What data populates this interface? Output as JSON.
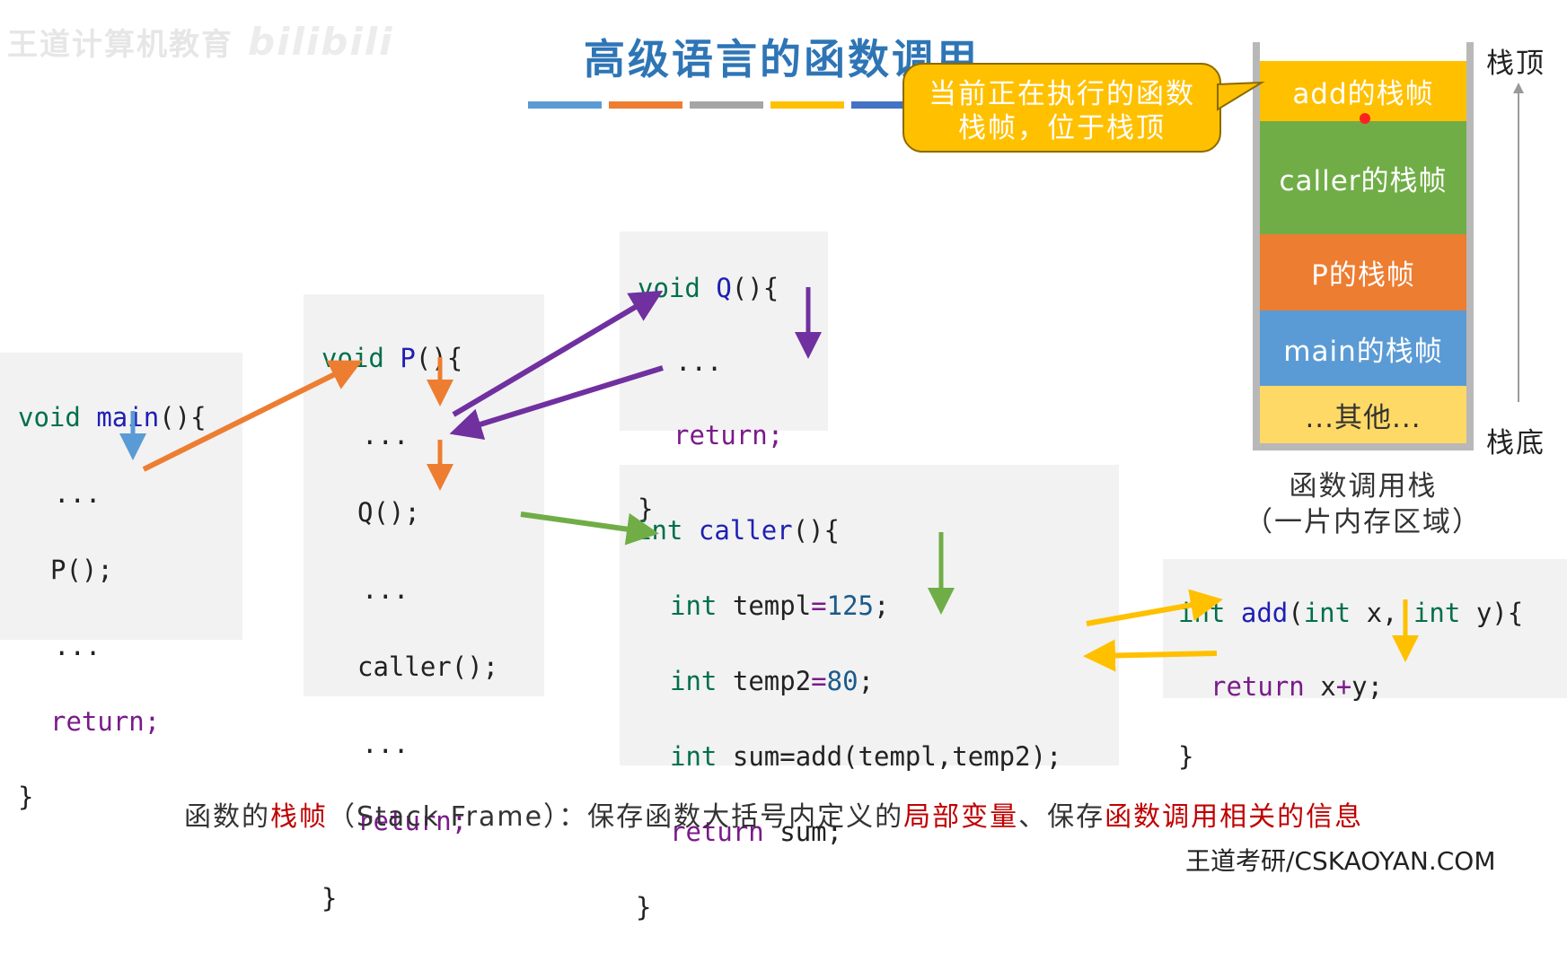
{
  "watermark": {
    "text": "王道计算机教育",
    "bili": "bilibili"
  },
  "title": "高级语言的函数调用",
  "callout": {
    "line1": "当前正在执行的函数",
    "line2": "栈帧，位于栈顶"
  },
  "main_code": {
    "l1a": "void",
    "l1b": "main",
    "l1c": "(){",
    "l2": "...",
    "l3": "P();",
    "l4": "...",
    "l5": "return;",
    "l6": "}"
  },
  "p_code": {
    "l1a": "void",
    "l1b": "P",
    "l1c": "(){",
    "l2": "...",
    "l3": "Q();",
    "l4": "...",
    "l5": "caller();",
    "l6": "...",
    "l7": "return;",
    "l8": "}"
  },
  "q_code": {
    "l1a": "void",
    "l1b": "Q",
    "l1c": "(){",
    "l2": "...",
    "l3": "return;",
    "l4": "}"
  },
  "caller_code": {
    "l1a": "int",
    "l1b": "caller",
    "l1c": "(){",
    "l2a": "int",
    "l2b": "templ",
    "l2c": "=",
    "l2d": "125",
    "l2e": ";",
    "l3a": "int",
    "l3b": "temp2",
    "l3c": "=",
    "l3d": "80",
    "l3e": ";",
    "l4a": "int",
    "l4b": "sum=add(templ,temp2);",
    "l5a": "return",
    "l5b": "sum;",
    "l6": "}"
  },
  "add_code": {
    "l1a": "int",
    "l1b": "add",
    "l1c": "(",
    "l1d": "int",
    "l1e": "x,",
    "l1f": "int",
    "l1g": "y){",
    "l2a": "return",
    "l2b": "x",
    "l2c": "+",
    "l2d": "y;",
    "l3": "}"
  },
  "stack": {
    "frames": [
      {
        "label": "add的栈帧",
        "color": "#ffc000"
      },
      {
        "label": "caller的栈帧",
        "color": "#70ad47"
      },
      {
        "label": "P的栈帧",
        "color": "#ed7d31"
      },
      {
        "label": "main的栈帧",
        "color": "#5b9bd5"
      },
      {
        "label": "...其他...",
        "color": "#ffd966"
      }
    ],
    "top_label": "栈顶",
    "bottom_label": "栈底",
    "caption1": "函数调用栈",
    "caption2": "（一片内存区域）"
  },
  "footer": {
    "t1": "函数的",
    "t2": "栈帧",
    "t3": "（Stack Frame）：保存函数大括号内定义的",
    "t4": "局部变量",
    "t5": "、保存",
    "t6": "函数调用相关的信息"
  },
  "corner": "王道考研/CSKAOYAN.COM",
  "colors": {
    "blue": "#5b9bd5",
    "orange": "#ed7d31",
    "gray": "#a5a5a5",
    "yellow": "#ffc000",
    "purple": "#7030a0",
    "green": "#70ad47"
  }
}
